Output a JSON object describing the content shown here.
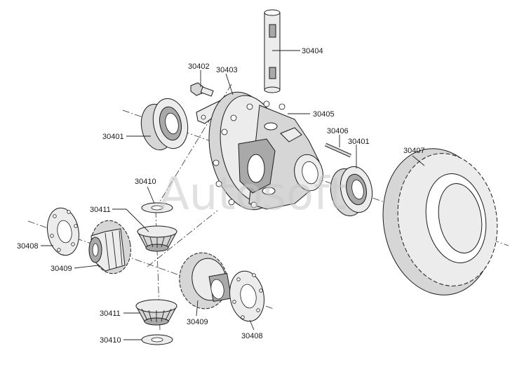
{
  "watermark": "Autosoft",
  "parts": {
    "p30401a": "30401",
    "p30401b": "30401",
    "p30402": "30402",
    "p30403": "30403",
    "p30404": "30404",
    "p30405": "30405",
    "p30406": "30406",
    "p30407": "30407",
    "p30408a": "30408",
    "p30408b": "30408",
    "p30409a": "30409",
    "p30409b": "30409",
    "p30410a": "30410",
    "p30410b": "30410",
    "p30411a": "30411",
    "p30411b": "30411"
  }
}
